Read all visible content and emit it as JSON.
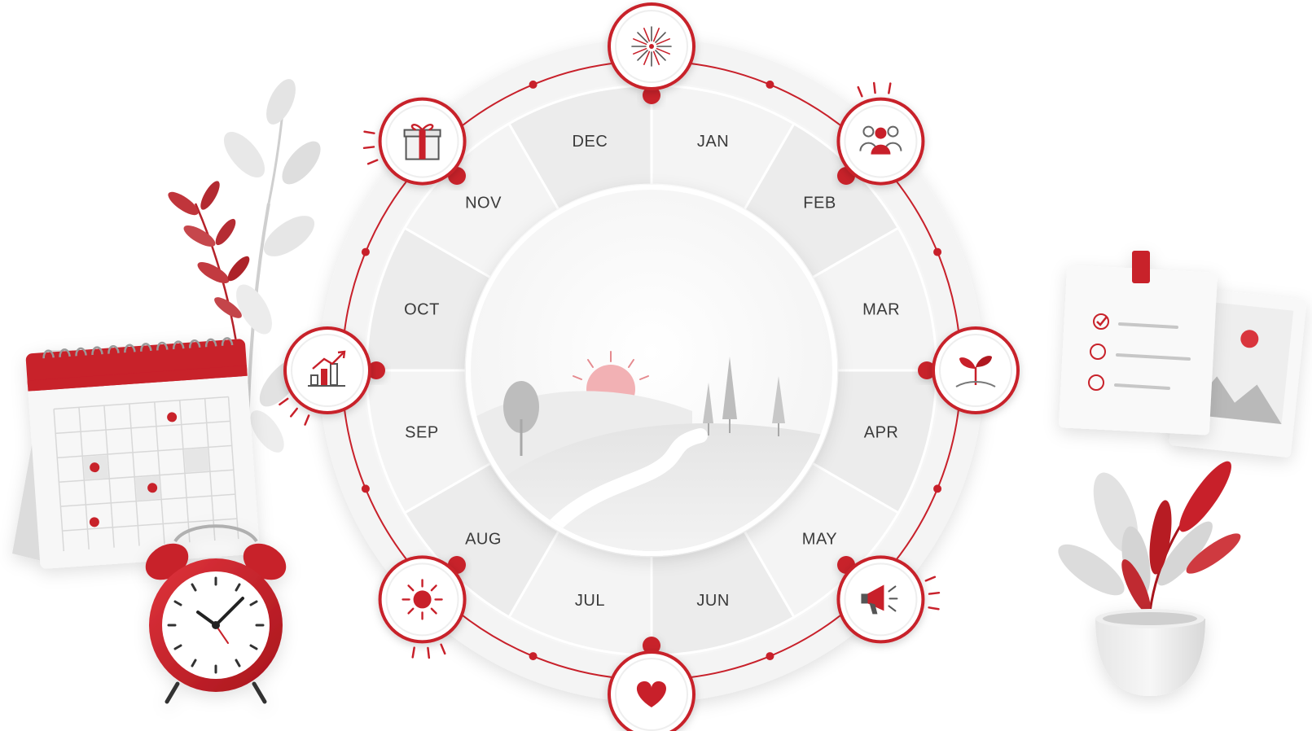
{
  "wheel": {
    "months": [
      {
        "key": "jan",
        "label": "JAN"
      },
      {
        "key": "feb",
        "label": "FEB"
      },
      {
        "key": "mar",
        "label": "MAR"
      },
      {
        "key": "apr",
        "label": "APR"
      },
      {
        "key": "may",
        "label": "MAY"
      },
      {
        "key": "jun",
        "label": "JUN"
      },
      {
        "key": "jul",
        "label": "JUL"
      },
      {
        "key": "aug",
        "label": "AUG"
      },
      {
        "key": "sep",
        "label": "SEP"
      },
      {
        "key": "oct",
        "label": "OCT"
      },
      {
        "key": "nov",
        "label": "NOV"
      },
      {
        "key": "dec",
        "label": "DEC"
      }
    ],
    "milestones": [
      {
        "icon": "fireworks-icon"
      },
      {
        "icon": "team-icon"
      },
      {
        "icon": "sprout-icon"
      },
      {
        "icon": "megaphone-icon"
      },
      {
        "icon": "heart-icon"
      },
      {
        "icon": "sun-icon"
      },
      {
        "icon": "growth-chart-icon"
      },
      {
        "icon": "gift-icon"
      }
    ],
    "center_image": "landscape-illustration"
  },
  "decorations": {
    "left": [
      "desk-calendar",
      "alarm-clock",
      "leafy-branch"
    ],
    "right": [
      "checklist-note",
      "photo-card",
      "potted-plant"
    ]
  },
  "colors": {
    "accent": "#c8202a",
    "accent_dark": "#9b1720",
    "ring": "#eeeeee",
    "segment": "#ececec",
    "segment_light": "#f4f4f4",
    "text": "#3a3a3a"
  }
}
